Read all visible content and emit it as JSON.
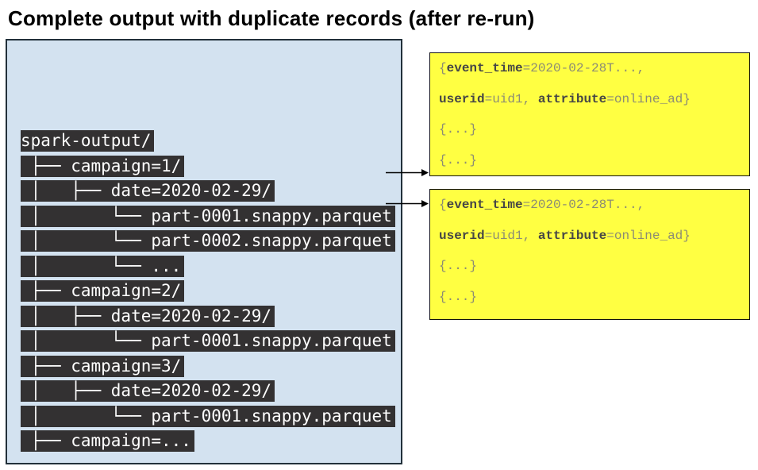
{
  "title": "Complete output with duplicate records (after re-run)",
  "colors": {
    "panel_bg": "#d3e2f0",
    "panel_border": "#22303a",
    "tree_row_bg": "#333132",
    "tree_row_text": "#ffffff",
    "record_bg": "#ffff42",
    "record_border": "#111111",
    "record_key_text": "#464646",
    "record_value_text": "#8c8c74",
    "arrow": "#000000"
  },
  "file_tree": {
    "rows": [
      "spark-output/",
      " ├── campaign=1/",
      " │   ├── date=2020-02-29/",
      " │       └── part-0001.snappy.parquet",
      " │       └── part-0002.snappy.parquet",
      " │       └── ...",
      " ├── campaign=2/",
      " │   ├── date=2020-02-29/",
      " │       └── part-0001.snappy.parquet",
      " ├── campaign=3/",
      " │   ├── date=2020-02-29/",
      " │       └── part-0001.snappy.parquet",
      " ├── campaign=..."
    ]
  },
  "records": [
    {
      "lines": [
        [
          {
            "text": "{",
            "bold": false
          },
          {
            "text": "event_time",
            "bold": true
          },
          {
            "text": "=2020-02-28T...,",
            "bold": false
          }
        ],
        [
          {
            "text": "userid",
            "bold": true
          },
          {
            "text": "=uid1, ",
            "bold": false
          },
          {
            "text": "attribute",
            "bold": true
          },
          {
            "text": "=online_ad}",
            "bold": false
          }
        ],
        [
          {
            "text": "{...}",
            "bold": false
          }
        ],
        [
          {
            "text": "{...}",
            "bold": false
          }
        ]
      ]
    },
    {
      "lines": [
        [
          {
            "text": "{",
            "bold": false
          },
          {
            "text": "event_time",
            "bold": true
          },
          {
            "text": "=2020-02-28T...,",
            "bold": false
          }
        ],
        [
          {
            "text": "userid",
            "bold": true
          },
          {
            "text": "=uid1, ",
            "bold": false
          },
          {
            "text": "attribute",
            "bold": true
          },
          {
            "text": "=online_ad}",
            "bold": false
          }
        ],
        [
          {
            "text": "{...}",
            "bold": false
          }
        ],
        [
          {
            "text": "{...}",
            "bold": false
          }
        ]
      ]
    }
  ]
}
